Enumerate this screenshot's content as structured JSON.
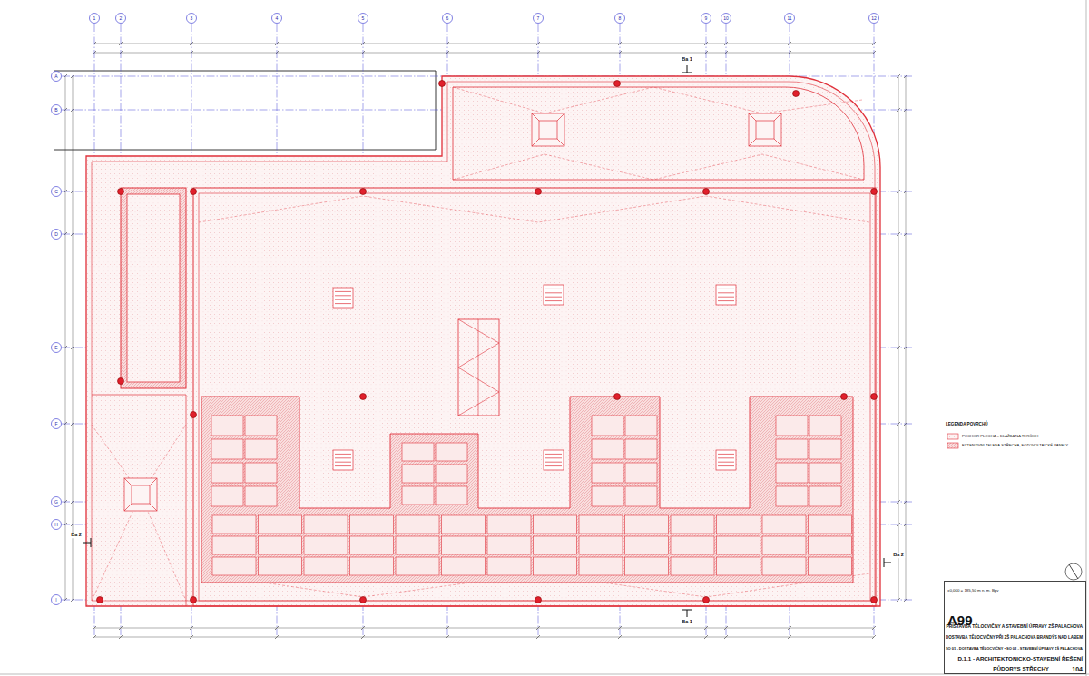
{
  "diagram": {
    "nodes": [
      {
        "text": [
          "±0,000 = 185,50 m n. m. Bpv",
          "A99",
          "PŘÍSTAVBA TĚLOCVIČNY A STAVEBNÍ ÚPRAVY ZŠ PALACHOVA",
          "DOSTAVBA TĚLOCVIČNY PŘI ZŠ PALACHOVA BRANDÝS NAD LABEM",
          "SO 01 - DOSTAVBA TĚLOCVIČNY • SO 02 - STAVEBNÍ ÚPRAVY ZŠ PALACHOVA",
          "D.1.1 - ARCHITEKTONICKO-STAVEBNÍ ŘEŠENÍ",
          "PŮDORYS STŘECHY",
          "104"
        ]
      }
    ],
    "labels": [
      "1",
      "2",
      "3",
      "4",
      "5",
      "6",
      "7",
      "8",
      "9",
      "10",
      "11",
      "12",
      "A",
      "B",
      "C",
      "D",
      "E",
      "F",
      "G",
      "H",
      "I",
      "Ba 1",
      "Ba 1",
      "Ba 2",
      "Ba 2",
      "LEGENDA POVRCHŮ"
    ],
    "legend": [
      {
        "text": "POCHOZÍ PLOCHA – DLAŽBA NA TERČÍCH"
      },
      {
        "text": "EXTENZIVNÍ ZELENÁ STŘECHA, FOTOVOLTAICKÉ PANELY"
      }
    ]
  }
}
